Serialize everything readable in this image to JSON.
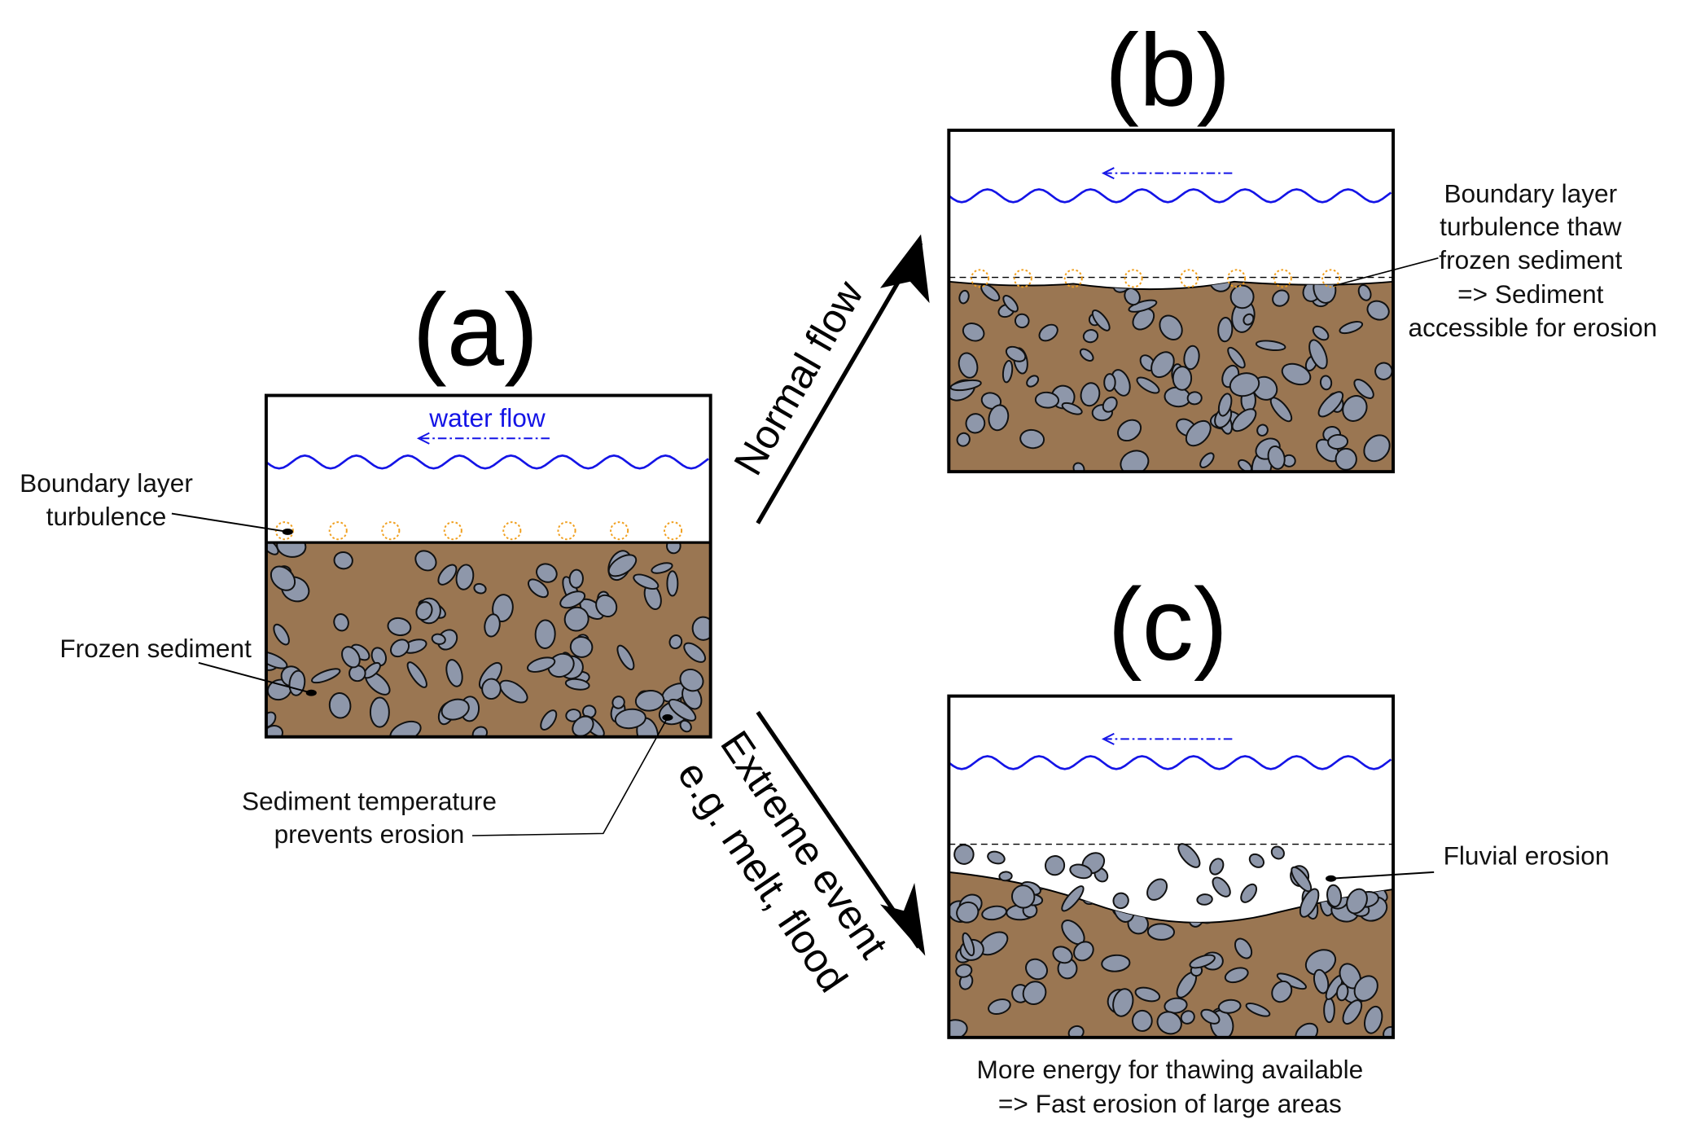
{
  "panels": {
    "a": {
      "label": "(a)",
      "flow_label": "water flow"
    },
    "b": {
      "label": "(b)"
    },
    "c": {
      "label": "(c)"
    }
  },
  "annotations": {
    "boundary_layer": [
      "Boundary layer",
      "turbulence"
    ],
    "frozen_sediment": "Frozen sediment",
    "sediment_temp": [
      "Sediment temperature",
      "prevents erosion"
    ],
    "thaw": [
      "Boundary layer",
      "turbulence thaw",
      "frozen sediment",
      "=> Sediment",
      "accessible for erosion"
    ],
    "fluvial": "Fluvial erosion",
    "energy": [
      "More energy for thawing available",
      "=> Fast erosion of large areas"
    ]
  },
  "arrows": {
    "normal": "Normal flow",
    "extreme": "Extreme event",
    "extreme_sub": "e.g. melt, flood"
  },
  "colors": {
    "sediment": "#9a7652",
    "pebble": "#8e97aa",
    "water": "#1414e6",
    "turbulence": "#f0a020"
  }
}
